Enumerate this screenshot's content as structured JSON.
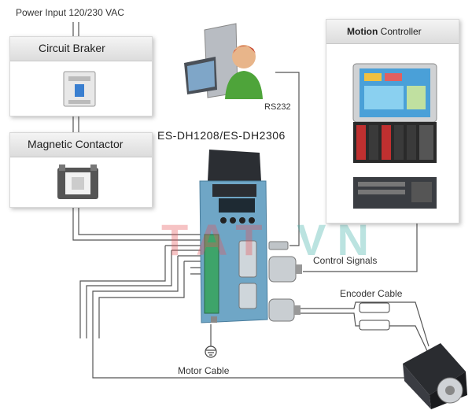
{
  "power_input": "Power Input 120/230 VAC",
  "circuit_breaker": {
    "title": "Circuit Braker",
    "icon": "circuit-breaker-icon"
  },
  "magnetic_contactor": {
    "title": "Magnetic Contactor",
    "icon": "contactor-icon"
  },
  "drive": {
    "model": "ES-DH1208/ES-DH2306",
    "watermark": "TAT VN"
  },
  "pc": {
    "link_label": "RS232",
    "icon": "computer-user-icon"
  },
  "motion_controller": {
    "title_bold": "Motion",
    "title_rest": " Controller",
    "devices": [
      "hmi-touchscreen",
      "plc-rack",
      "industrial-pc"
    ]
  },
  "labels": {
    "control_signals": "Control Signals",
    "encoder_cable": "Encoder Cable",
    "motor_cable": "Motor Cable"
  },
  "colors": {
    "drive_body": "#6fa6c6",
    "watermark_red": "#e8555a",
    "watermark_teal": "#3fb0a8"
  }
}
